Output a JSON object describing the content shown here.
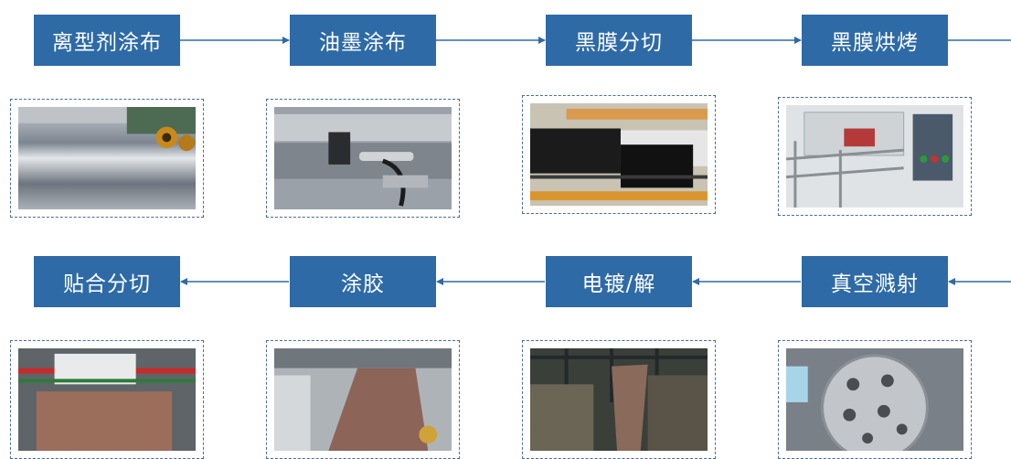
{
  "diagram": {
    "top_row": [
      {
        "label": "离型剂涂布",
        "photo": "release-coating-roll-photo"
      },
      {
        "label": "油墨涂布",
        "photo": "ink-coating-machine-photo"
      },
      {
        "label": "黑膜分切",
        "photo": "black-film-slitting-photo"
      },
      {
        "label": "黑膜烘烤",
        "photo": "black-film-oven-photo"
      }
    ],
    "bottom_row": [
      {
        "label": "贴合分切",
        "photo": "laminating-slitting-photo"
      },
      {
        "label": "涂胶",
        "photo": "glue-coating-photo"
      },
      {
        "label": "电镀/解",
        "photo": "electroplating-photo"
      },
      {
        "label": "真空溅射",
        "photo": "vacuum-sputtering-chamber-photo"
      }
    ],
    "colors": {
      "box": "#2e6aa6",
      "arrow": "#2e6aa6",
      "frame": "#4a6a96"
    }
  }
}
